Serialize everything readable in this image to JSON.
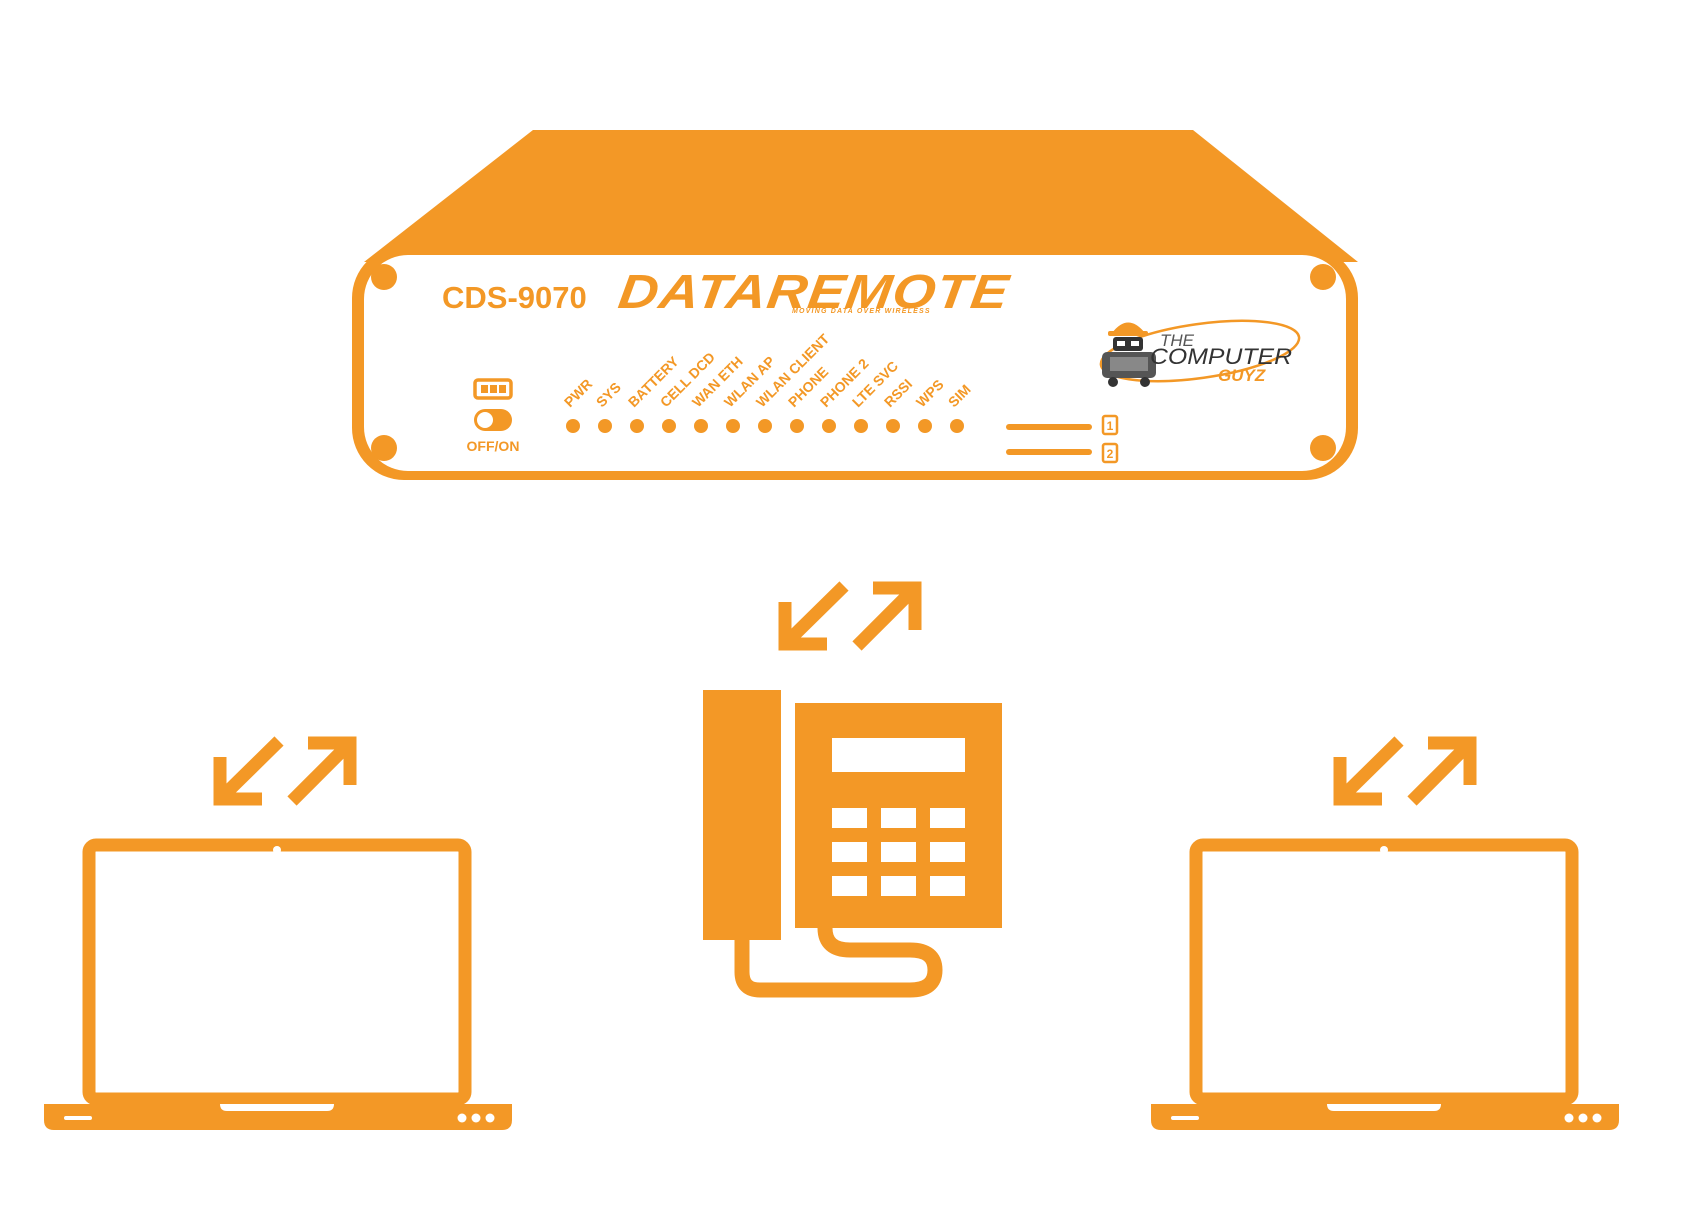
{
  "colors": {
    "accent": "#F39826",
    "background": "#FFFFFF",
    "logo_dark": "#333333"
  },
  "device": {
    "model": "CDS-9070",
    "brand": "DATAREMOTE",
    "tagline": "MOVING DATA OVER WIRELESS",
    "power_switch_label": "OFF/ON",
    "led_labels": [
      "PWR",
      "SYS",
      "BATTERY",
      "CELL DCD",
      "WAN ETH",
      "WLAN AP",
      "WLAN CLIENT",
      "PHONE",
      "PHONE 2",
      "LTE SVC",
      "RSSI",
      "WPS",
      "SIM"
    ],
    "sim_slots": [
      "1",
      "2"
    ]
  },
  "partner_logo": {
    "line1": "THE",
    "line2": "COMPUTER",
    "line3": "GUYZ"
  },
  "nodes": [
    {
      "icon": "laptop-icon"
    },
    {
      "icon": "desk-phone-icon"
    },
    {
      "icon": "laptop-icon"
    }
  ],
  "links": [
    {
      "icon": "bidirectional-arrows-icon"
    },
    {
      "icon": "bidirectional-arrows-icon"
    },
    {
      "icon": "bidirectional-arrows-icon"
    }
  ]
}
